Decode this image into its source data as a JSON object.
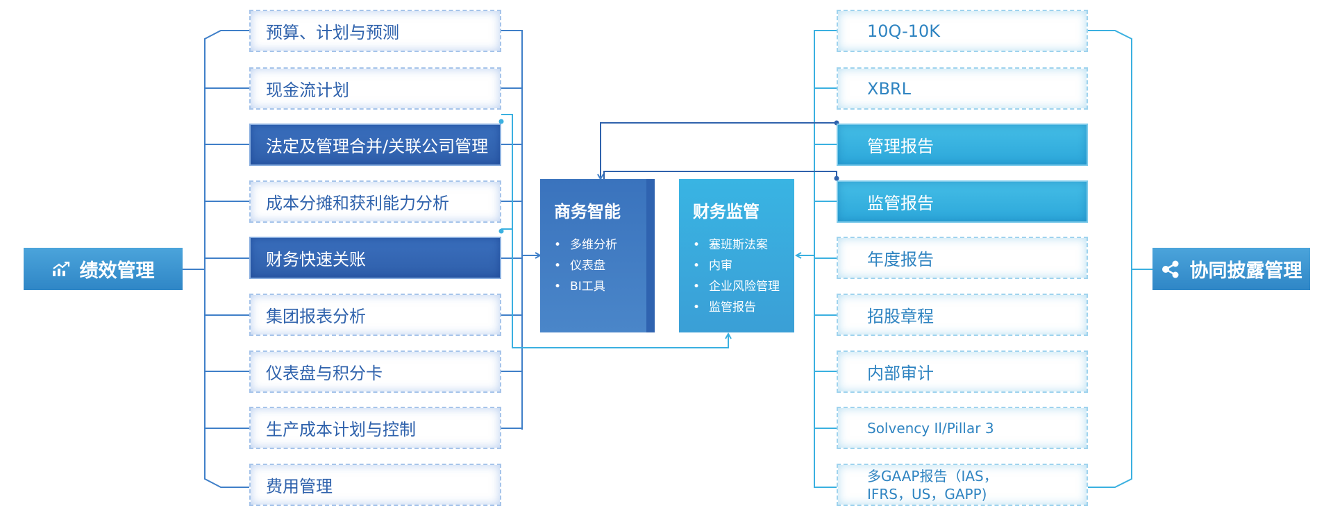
{
  "left_root": {
    "label": "绩效管理",
    "icon": "chart-trend-icon"
  },
  "right_root": {
    "label": "协同披露管理",
    "icon": "share-icon"
  },
  "left_items": [
    {
      "label": "预算、计划与预测",
      "highlight": false
    },
    {
      "label": "现金流计划",
      "highlight": false
    },
    {
      "label": "法定及管理合并/关联公司管理",
      "highlight": true
    },
    {
      "label": "成本分摊和获利能力分析",
      "highlight": false
    },
    {
      "label": "财务快速关账",
      "highlight": true
    },
    {
      "label": "集团报表分析",
      "highlight": false
    },
    {
      "label": "仪表盘与积分卡",
      "highlight": false
    },
    {
      "label": "生产成本计划与控制",
      "highlight": false
    },
    {
      "label": "费用管理",
      "highlight": false
    }
  ],
  "right_items": [
    {
      "label": "10Q-10K",
      "highlight": false
    },
    {
      "label": "XBRL",
      "highlight": false
    },
    {
      "label": "管理报告",
      "highlight": true
    },
    {
      "label": "监管报告",
      "highlight": true
    },
    {
      "label": "年度报告",
      "highlight": false
    },
    {
      "label": "招股章程",
      "highlight": false
    },
    {
      "label": "内部审计",
      "highlight": false
    },
    {
      "label": "Solvency Il/Pillar 3",
      "highlight": false
    },
    {
      "label": "多GAAP报告（IAS，IFRS，US，GAPP)",
      "line1": "多GAAP报告（IAS，",
      "line2": "IFRS，US，GAPP)",
      "highlight": false
    }
  ],
  "center": {
    "bi": {
      "title": "商务智能",
      "items": [
        "多维分析",
        "仪表盘",
        "BI工具"
      ]
    },
    "fs": {
      "title": "财务监管",
      "items": [
        "塞班斯法案",
        "内审",
        "企业风险管理",
        "监管报告"
      ]
    }
  },
  "colors": {
    "left_line": "#3f7fc8",
    "right_line": "#3ab0e0",
    "left_accent": "#2f62ac",
    "right_accent": "#2f9bd6"
  }
}
